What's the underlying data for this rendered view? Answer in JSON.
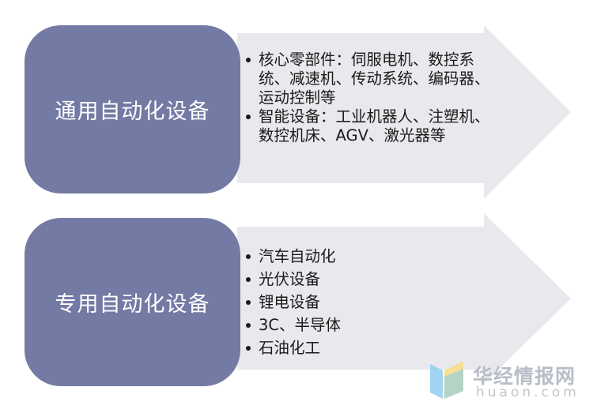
{
  "rows": [
    {
      "category": "通用自动化设备",
      "bullets": [
        "核心零部件：伺服电机、数控系统、减速机、传动系统、编码器、运动控制等",
        "智能设备：工业机器人、注塑机、数控机床、AGV、激光器等"
      ]
    },
    {
      "category": "专用自动化设备",
      "bullets": [
        "汽车自动化",
        "光伏设备",
        "锂电设备",
        "3C、半导体",
        "石油化工"
      ]
    }
  ],
  "watermark": {
    "chinese": "华经情报网",
    "latin": "huaon.com",
    "icon": "huajing-logo-icon"
  },
  "colors": {
    "box": "#737aa3",
    "arrow": "#e9e9ed",
    "text": "#1a1a1a",
    "watermark_blue": "#7fc8ee",
    "watermark_yellow": "#f5dc84"
  }
}
